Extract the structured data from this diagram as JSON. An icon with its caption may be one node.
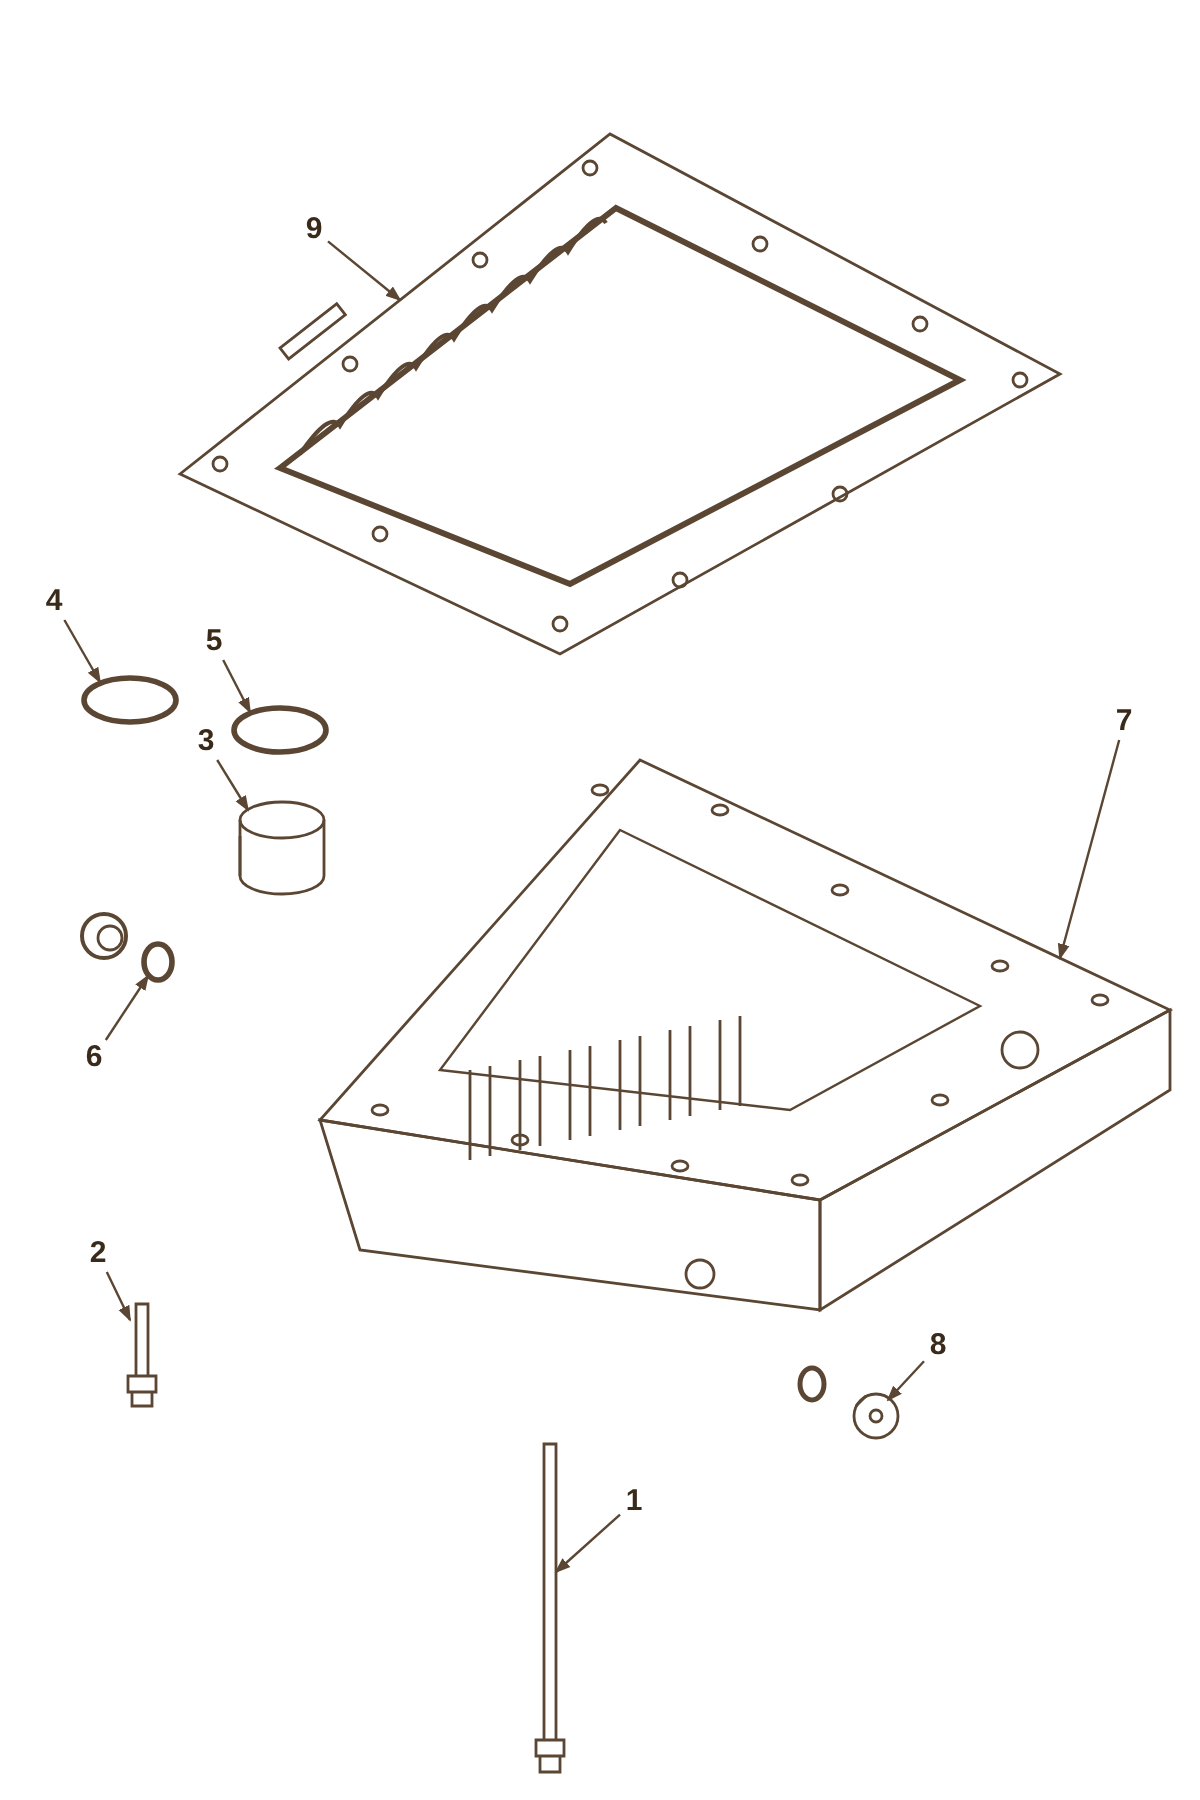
{
  "diagram": {
    "nodes": [
      {
        "text": [
          "9"
        ]
      },
      {
        "text": [
          "4"
        ]
      },
      {
        "text": [
          "5"
        ]
      },
      {
        "text": [
          "3"
        ]
      },
      {
        "text": [
          "7"
        ]
      },
      {
        "text": [
          "6"
        ]
      },
      {
        "text": [
          "2"
        ]
      },
      {
        "text": [
          "8"
        ]
      },
      {
        "text": [
          "1"
        ]
      },
      {
        "text": [],
        "shape": "picture"
      },
      {
        "text": [],
        "shape": "circle"
      },
      {
        "text": [],
        "shape": "circle"
      },
      {
        "text": [],
        "shape": "picture"
      },
      {
        "text": [],
        "shape": "picture"
      },
      {
        "text": [],
        "shape": "circle"
      },
      {
        "text": [],
        "shape": "picture"
      },
      {
        "text": [],
        "shape": "picture"
      },
      {
        "text": [],
        "shape": "picture"
      }
    ],
    "edges": [
      {
        "from": 0,
        "to": 9,
        "arrow": "to"
      },
      {
        "from": 1,
        "to": 10,
        "arrow": "to"
      },
      {
        "from": 2,
        "to": 11,
        "arrow": "to"
      },
      {
        "from": 3,
        "to": 12,
        "arrow": "to"
      },
      {
        "from": 4,
        "to": 13,
        "arrow": "to"
      },
      {
        "from": 5,
        "to": 14,
        "arrow": "to"
      },
      {
        "from": 6,
        "to": 15,
        "arrow": "to"
      },
      {
        "from": 7,
        "to": 16,
        "arrow": "to"
      },
      {
        "from": 8,
        "to": 17,
        "arrow": "to"
      }
    ]
  }
}
